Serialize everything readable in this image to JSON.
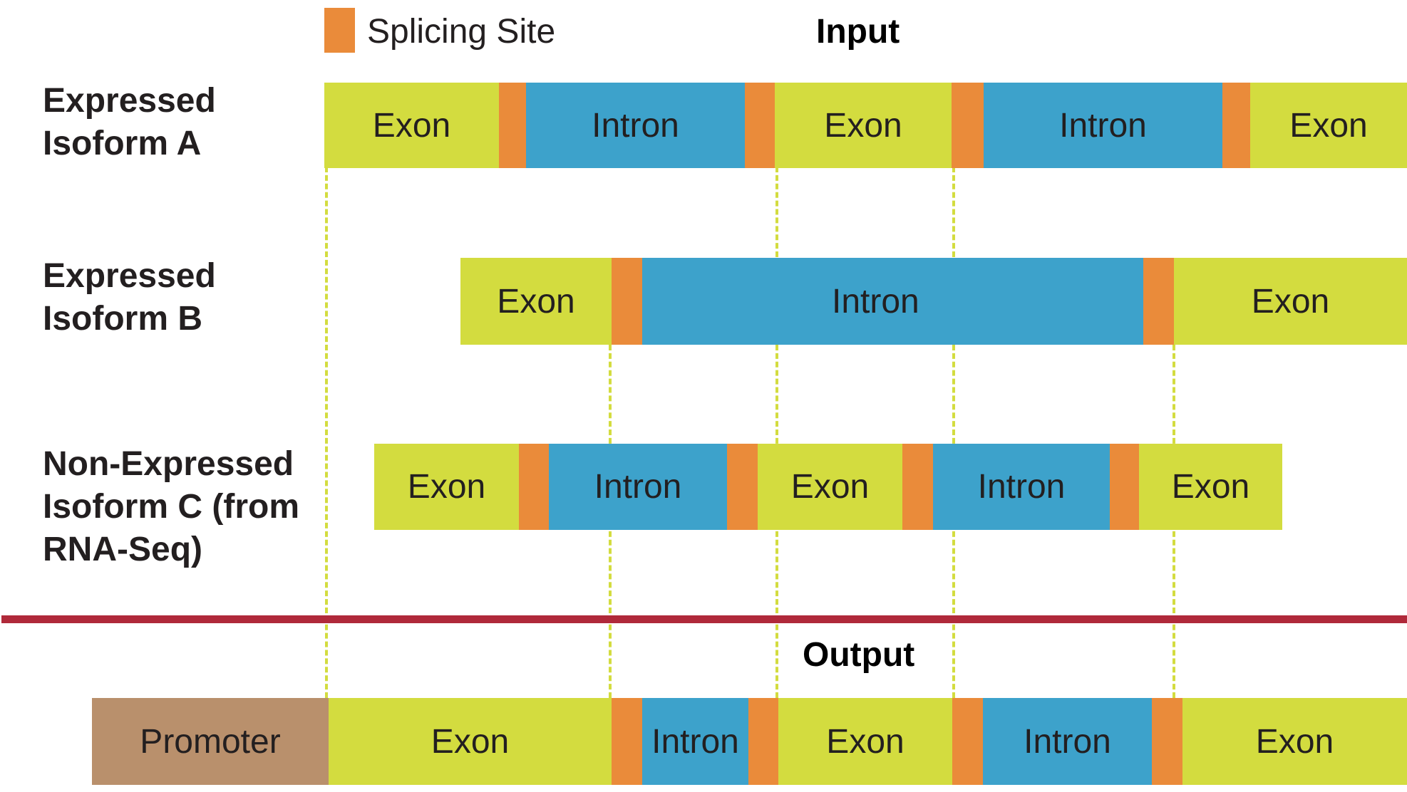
{
  "legend": {
    "icon": "orange-square",
    "color": "#EA8B3A",
    "label": "Splicing Site"
  },
  "titles": {
    "input": "Input",
    "output": "Output"
  },
  "colors": {
    "exon": "#D3DC3F",
    "intron": "#3DA2CB",
    "splice_site": "#EA8B3A",
    "promoter": "#B9906C",
    "divider": "#B0293A"
  },
  "rows": [
    {
      "label_lines": [
        "Expressed",
        "Isoform A"
      ],
      "segments": [
        "Exon",
        "",
        "Intron",
        "",
        "Exon",
        "",
        "Intron",
        "",
        "Exon"
      ]
    },
    {
      "label_lines": [
        "Expressed",
        "Isoform B"
      ],
      "segments": [
        "Exon",
        "",
        "Intron",
        "",
        "Exon"
      ]
    },
    {
      "label_lines": [
        "Non-Expressed",
        "Isoform C (from",
        "RNA-Seq)"
      ],
      "segments": [
        "Exon",
        "",
        "Intron",
        "",
        "Exon",
        "",
        "Intron",
        "",
        "Exon"
      ]
    }
  ],
  "output_row": {
    "segments": [
      "Promoter",
      "Exon",
      "",
      "Intron",
      "",
      "Exon",
      "",
      "Intron",
      "",
      "Exon"
    ]
  }
}
